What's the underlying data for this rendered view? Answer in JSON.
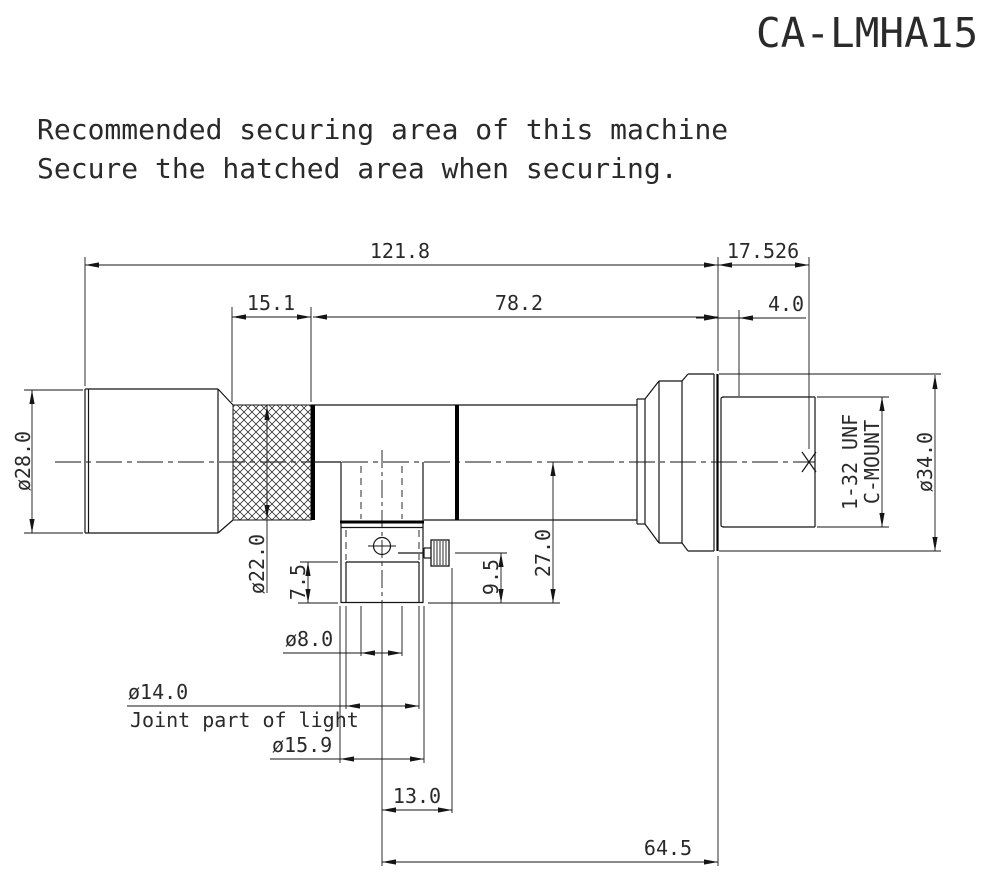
{
  "title": "CA-LMHA15",
  "description": {
    "line1": "Recommended securing area of this machine",
    "line2": "Secure the hatched area when securing."
  },
  "colors": {
    "background": "#ffffff",
    "line": "#151515"
  },
  "dimensions": {
    "overall_length": "121.8",
    "flange_focal_distance": "17.526",
    "hatch_width": "15.1",
    "body_length": "78.2",
    "thread_offset": "4.0",
    "front_diameter": "ø28.0",
    "grip_diameter": "ø22.0",
    "joint_step_depth": "7.5",
    "bore_diameter": "ø8.0",
    "joint_diameter": "ø14.0",
    "joint_label": "Joint part of light",
    "joint_outer_diameter": "ø15.9",
    "screw_offset": "13.0",
    "screw_height": "9.5",
    "center_to_bottom": "27.0",
    "rear_diameter": "ø34.0",
    "mount_thread_line1": "1-32 UNF",
    "mount_thread_line2": "C-MOUNT",
    "port_to_flange": "64.5"
  }
}
